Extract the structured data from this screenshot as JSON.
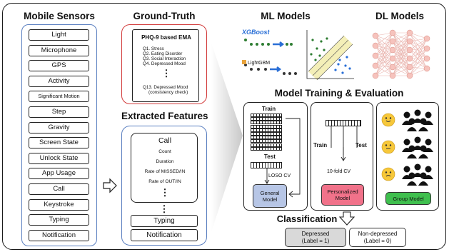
{
  "mobile_sensors": {
    "title": "Mobile Sensors",
    "items": [
      "Light",
      "Microphone",
      "GPS",
      "Activity",
      "Significant Motion",
      "Step",
      "Gravity",
      "Screen State",
      "Unlock State",
      "App Usage",
      "Call",
      "Keystroke",
      "Typing",
      "Notification"
    ]
  },
  "ground_truth": {
    "title": "Ground-Truth",
    "ema_title": "PHQ-9 based EMA",
    "questions": [
      "Q1. Stress",
      "Q2. Eating Disorder",
      "Q3. Social Interaction",
      "Q4. Depressed Mood"
    ],
    "ellipsis": "⋮",
    "last_question": "Q13. Depressed Mood",
    "last_note": "(consistency check)"
  },
  "extracted_features": {
    "title": "Extracted Features",
    "call_title": "Call",
    "call_features": [
      "Count",
      "Duration",
      "Rate of MISSED/IN",
      "Rate of OUT/IN"
    ],
    "ellipsis": "⋮",
    "typing": "Typing",
    "notification": "Notification"
  },
  "ml_models": {
    "title": "ML Models",
    "xgboost": "XGBoost",
    "lightgbm": "LightGBM"
  },
  "dl_models": {
    "title": "DL Models"
  },
  "training": {
    "title": "Model Training & Evaluation",
    "general": {
      "train": "Train",
      "test": "Test",
      "cv": "LOSO CV",
      "model": "General Model"
    },
    "personalized": {
      "train": "Train",
      "test": "Test",
      "cv": "10-fold CV",
      "model": "Personalized Model"
    },
    "group": {
      "model": "Group Model"
    }
  },
  "classification": {
    "title": "Classification",
    "depressed": {
      "label": "Depressed",
      "value": "(Label = 1)"
    },
    "non_depressed": {
      "label": "Non-depressed",
      "value": "(Label = 0)"
    }
  },
  "colors": {
    "blue_frame": "#5a7fc0",
    "red_frame": "#d23b3b",
    "general_model": "#b7c6e6",
    "personalized_model": "#f1728a",
    "group_model": "#3fbf4e",
    "depressed_box": "#d9d9d9",
    "xgboost": "#2a6fd6"
  }
}
